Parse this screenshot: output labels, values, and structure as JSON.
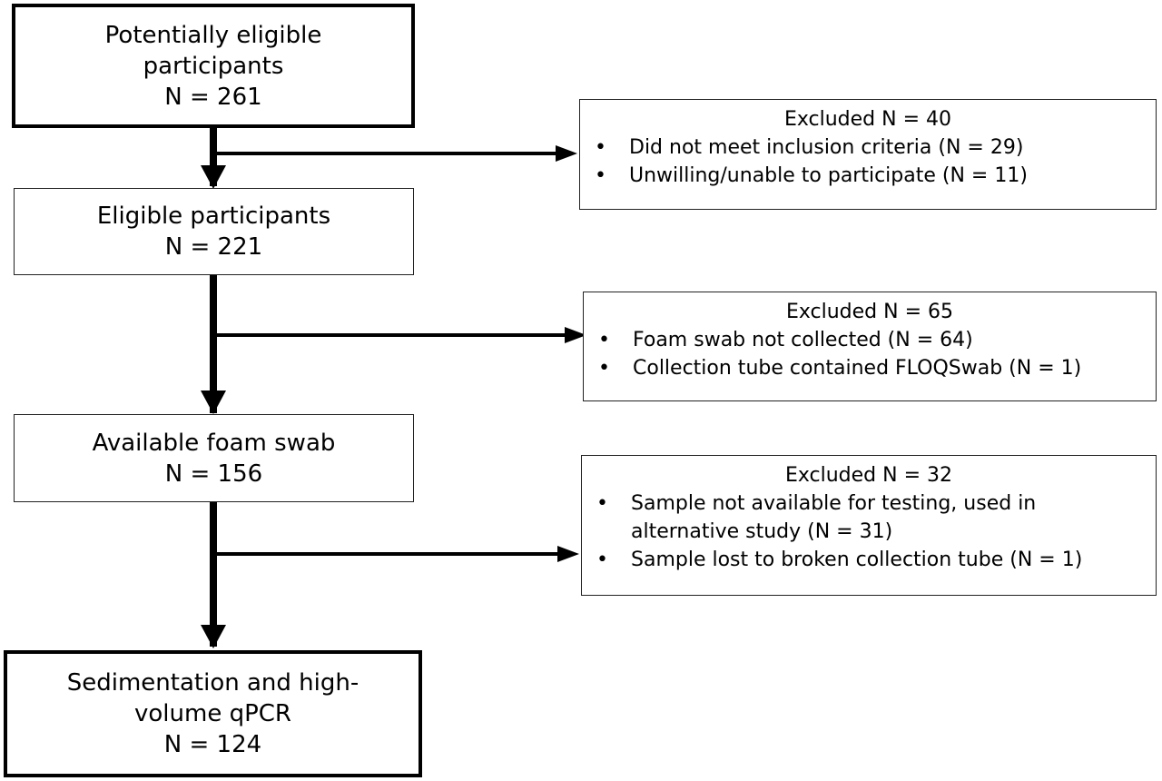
{
  "main_steps": [
    {
      "lines": [
        "Potentially eligible",
        "participants",
        "N = 261"
      ]
    },
    {
      "lines": [
        "Eligible participants",
        "N = 221"
      ]
    },
    {
      "lines": [
        "Available foam swab",
        "N = 156"
      ]
    },
    {
      "lines": [
        "Sedimentation and high-",
        "volume qPCR",
        "N = 124"
      ]
    }
  ],
  "exclusions": [
    {
      "header": "Excluded N = 40",
      "items": [
        {
          "lines": [
            "Did not meet inclusion criteria (N = 29)"
          ]
        },
        {
          "lines": [
            "Unwilling/unable to participate (N = 11)"
          ]
        }
      ]
    },
    {
      "header": "Excluded N = 65",
      "items": [
        {
          "lines": [
            "Foam swab not collected (N = 64)"
          ]
        },
        {
          "lines": [
            "Collection tube contained FLOQSwab (N = 1)"
          ]
        }
      ]
    },
    {
      "header": "Excluded N = 32",
      "items": [
        {
          "lines": [
            "Sample not available for testing, used in",
            "alternative study (N = 31)"
          ]
        },
        {
          "lines": [
            "Sample lost to broken collection tube (N = 1)"
          ]
        }
      ]
    }
  ],
  "bullet_symbol": "•"
}
